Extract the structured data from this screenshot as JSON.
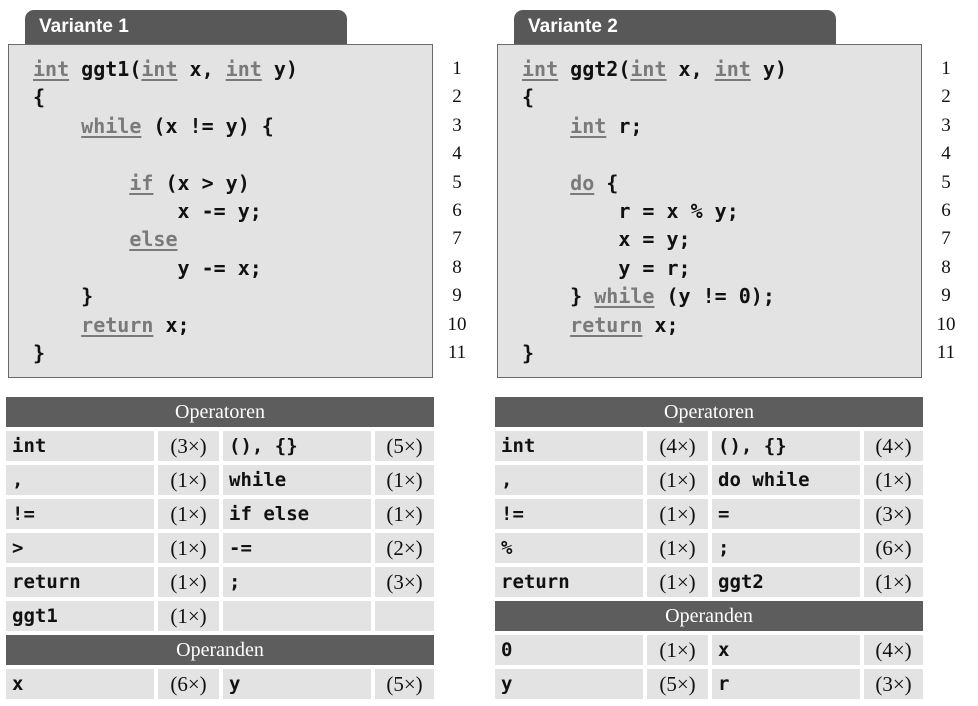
{
  "variants": [
    {
      "title": "Variante 1",
      "lines": [
        [
          {
            "t": "int",
            "kw": true
          },
          {
            "t": " ggt1("
          },
          {
            "t": "int",
            "kw": true
          },
          {
            "t": " x, "
          },
          {
            "t": "int",
            "kw": true
          },
          {
            "t": " y)"
          }
        ],
        [
          {
            "t": "{"
          }
        ],
        [
          {
            "t": "    "
          },
          {
            "t": "while",
            "kw": true
          },
          {
            "t": " (x != y) {"
          }
        ],
        [
          {
            "t": ""
          }
        ],
        [
          {
            "t": "        "
          },
          {
            "t": "if",
            "kw": true
          },
          {
            "t": " (x > y)"
          }
        ],
        [
          {
            "t": "            x -= y;"
          }
        ],
        [
          {
            "t": "        "
          },
          {
            "t": "else",
            "kw": true
          }
        ],
        [
          {
            "t": "            y -= x;"
          }
        ],
        [
          {
            "t": "    }"
          }
        ],
        [
          {
            "t": "    "
          },
          {
            "t": "return",
            "kw": true
          },
          {
            "t": " x;"
          }
        ],
        [
          {
            "t": "}"
          }
        ]
      ],
      "line_numbers": [
        "1",
        "2",
        "3",
        "4",
        "5",
        "6",
        "7",
        "8",
        "9",
        "10",
        "11"
      ],
      "operators_title": "Operatoren",
      "operators": [
        [
          {
            "op": "int",
            "n": "(3×)"
          },
          {
            "op": "(), {}",
            "n": "(5×)"
          }
        ],
        [
          {
            "op": ",",
            "n": "(1×)"
          },
          {
            "op": "while",
            "n": "(1×)"
          }
        ],
        [
          {
            "op": "!=",
            "n": "(1×)"
          },
          {
            "op": "if else",
            "n": "(1×)"
          }
        ],
        [
          {
            "op": ">",
            "n": "(1×)"
          },
          {
            "op": "-=",
            "n": "(2×)"
          }
        ],
        [
          {
            "op": "return",
            "n": "(1×)"
          },
          {
            "op": ";",
            "n": "(3×)"
          }
        ],
        [
          {
            "op": "ggt1",
            "n": "(1×)"
          },
          {
            "op": "",
            "n": ""
          }
        ]
      ],
      "operands_title": "Operanden",
      "operands": [
        [
          {
            "op": "x",
            "n": "(6×)"
          },
          {
            "op": "y",
            "n": "(5×)"
          }
        ]
      ]
    },
    {
      "title": "Variante 2",
      "lines": [
        [
          {
            "t": "int",
            "kw": true
          },
          {
            "t": " ggt2("
          },
          {
            "t": "int",
            "kw": true
          },
          {
            "t": " x, "
          },
          {
            "t": "int",
            "kw": true
          },
          {
            "t": " y)"
          }
        ],
        [
          {
            "t": "{"
          }
        ],
        [
          {
            "t": "    "
          },
          {
            "t": "int",
            "kw": true
          },
          {
            "t": " r;"
          }
        ],
        [
          {
            "t": ""
          }
        ],
        [
          {
            "t": "    "
          },
          {
            "t": "do",
            "kw": true
          },
          {
            "t": " {"
          }
        ],
        [
          {
            "t": "        r = x % y;"
          }
        ],
        [
          {
            "t": "        x = y;"
          }
        ],
        [
          {
            "t": "        y = r;"
          }
        ],
        [
          {
            "t": "    } "
          },
          {
            "t": "while",
            "kw": true
          },
          {
            "t": " (y != 0);"
          }
        ],
        [
          {
            "t": "    "
          },
          {
            "t": "return",
            "kw": true
          },
          {
            "t": " x;"
          }
        ],
        [
          {
            "t": "}"
          }
        ]
      ],
      "line_numbers": [
        "1",
        "2",
        "3",
        "4",
        "5",
        "6",
        "7",
        "8",
        "9",
        "10",
        "11"
      ],
      "operators_title": "Operatoren",
      "operators": [
        [
          {
            "op": "int",
            "n": "(4×)"
          },
          {
            "op": "(), {}",
            "n": "(4×)"
          }
        ],
        [
          {
            "op": ",",
            "n": "(1×)"
          },
          {
            "op": "do while",
            "n": "(1×)"
          }
        ],
        [
          {
            "op": "!=",
            "n": "(1×)"
          },
          {
            "op": "=",
            "n": "(3×)"
          }
        ],
        [
          {
            "op": "%",
            "n": "(1×)"
          },
          {
            "op": ";",
            "n": "(6×)"
          }
        ],
        [
          {
            "op": "return",
            "n": "(1×)"
          },
          {
            "op": "ggt2",
            "n": "(1×)"
          }
        ]
      ],
      "operands_title": "Operanden",
      "operands": [
        [
          {
            "op": "0",
            "n": "(1×)"
          },
          {
            "op": "x",
            "n": "(4×)"
          }
        ],
        [
          {
            "op": "y",
            "n": "(5×)"
          },
          {
            "op": "r",
            "n": "(3×)"
          }
        ]
      ]
    }
  ]
}
